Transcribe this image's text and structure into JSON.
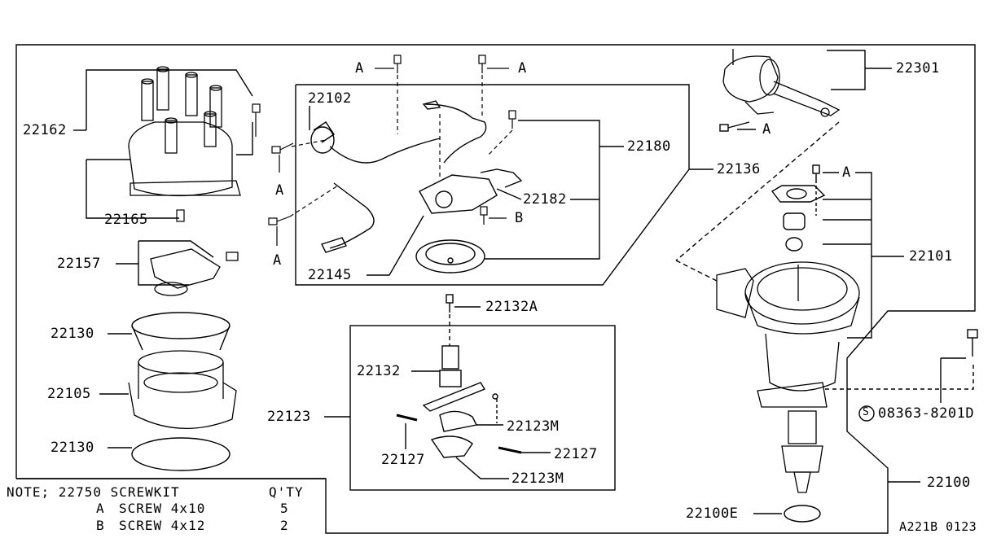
{
  "labels": {
    "p22162": "22162",
    "p22165": "22165",
    "p22157": "22157",
    "p22130a": "22130",
    "p22105": "22105",
    "p22130b": "22130",
    "p22102": "22102",
    "p22180": "22180",
    "p22136": "22136",
    "p22182": "22182",
    "p22145": "22145",
    "p22132A": "22132A",
    "p22132": "22132",
    "p22123": "22123",
    "p22123M_a": "22123M",
    "p22127_a": "22127",
    "p22127_b": "22127",
    "p22123M_b": "22123M",
    "p22301": "22301",
    "p22101": "22101",
    "p22100": "22100",
    "p22100E": "22100E",
    "p08363": "08363-8201D",
    "s_mark": "S",
    "a1": "A",
    "a2": "A",
    "a3": "A",
    "a4": "A",
    "a5": "A",
    "a6": "A",
    "b1": "B"
  },
  "note": {
    "title": "NOTE; 22750 SCREWKIT",
    "qty_header": "Q'TY",
    "rows": [
      {
        "key": "A",
        "desc": "SCREW 4x10",
        "qty": "5"
      },
      {
        "key": "B",
        "desc": "SCREW 4x12",
        "qty": "2"
      }
    ]
  },
  "code": "A221B 0123"
}
